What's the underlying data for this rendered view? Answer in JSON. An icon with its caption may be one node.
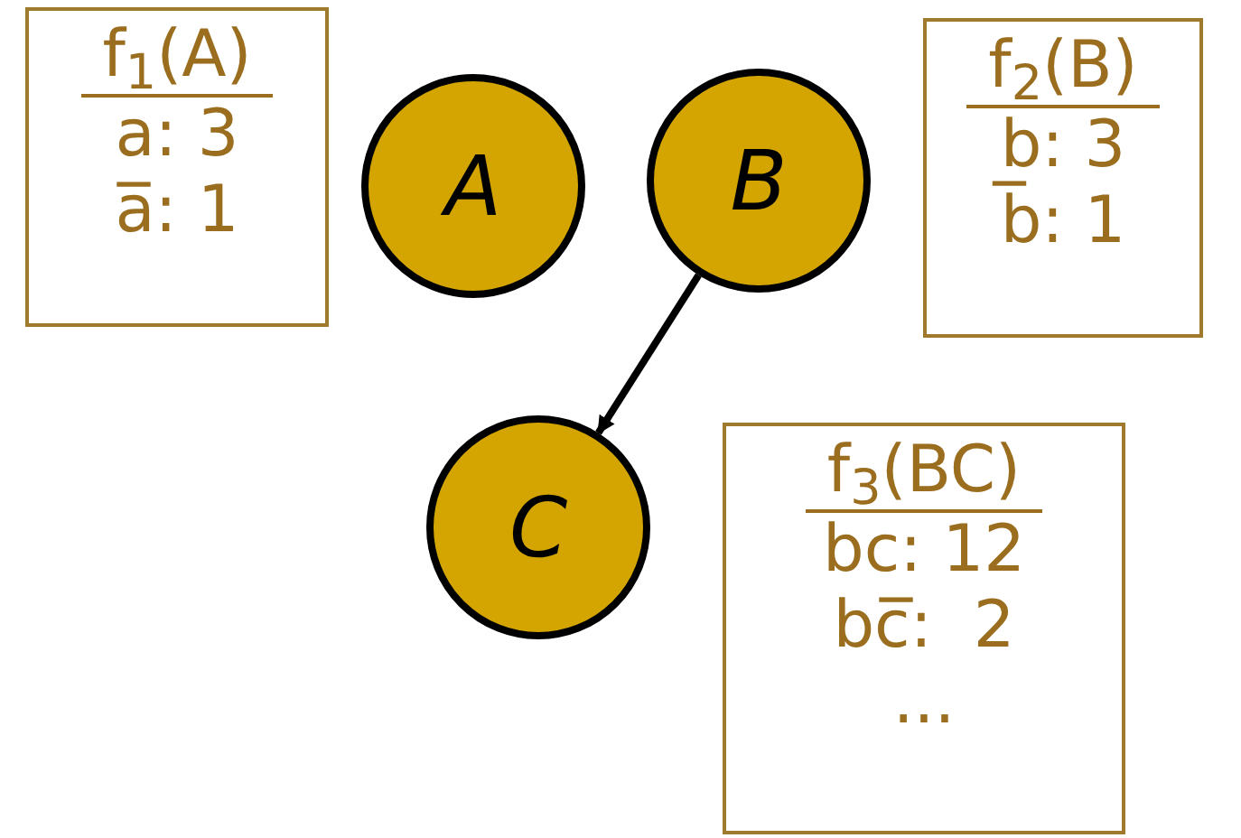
{
  "diagram": {
    "nodes": [
      {
        "text": [
          "f$_{1}$(A)",
          "a: 3",
          "a̅: 1"
        ]
      },
      {
        "text": [
          "A"
        ]
      },
      {
        "text": [
          "B"
        ]
      },
      {
        "text": [
          "f$_{2}$(B)",
          "b: 3",
          "b̅: 1"
        ]
      },
      {
        "text": [
          "C"
        ]
      },
      {
        "text": [
          "f$_{3}$(BC)",
          "bc: 12",
          "bc̅:  2",
          "..."
        ]
      }
    ],
    "edges": [
      {
        "from": 2,
        "to": 4,
        "arrow": "to"
      }
    ]
  }
}
